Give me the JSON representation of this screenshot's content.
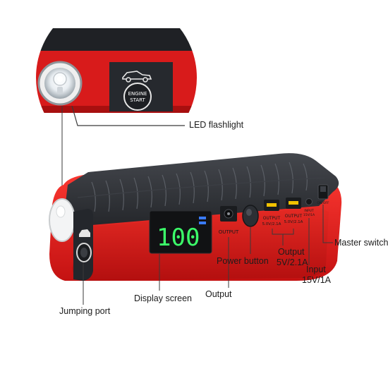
{
  "callouts": {
    "led_flashlight": "LED flashlight",
    "master_switch": "Master switch",
    "output_usb_line1": "Output",
    "output_usb_line2": "5V/2.1A",
    "input_line1": "Input",
    "input_line2": "15V/1A",
    "power_button": "Power button",
    "output_dc": "Output",
    "display_screen": "Display screen",
    "jumping_port": "Jumping port"
  },
  "device": {
    "engine_start_line1": "ENGINE",
    "engine_start_line2": "START",
    "display_readout": "100",
    "dc_output_label": "OUTPUT",
    "usb1_label_line1": "OUTPUT",
    "usb1_label_line2": "5.0V/2.1A",
    "usb2_label_line1": "OUTPUT",
    "usb2_label_line2": "5.0V/2.1A",
    "input_label_line1": "INPUT",
    "input_label_line2": "15V/1A",
    "switch_label": "ON/OFF"
  },
  "colors": {
    "body_red": "#e02020",
    "dark_panel": "#2a2d33",
    "display_green": "#3cff6a",
    "display_blue": "#3a7bff"
  }
}
